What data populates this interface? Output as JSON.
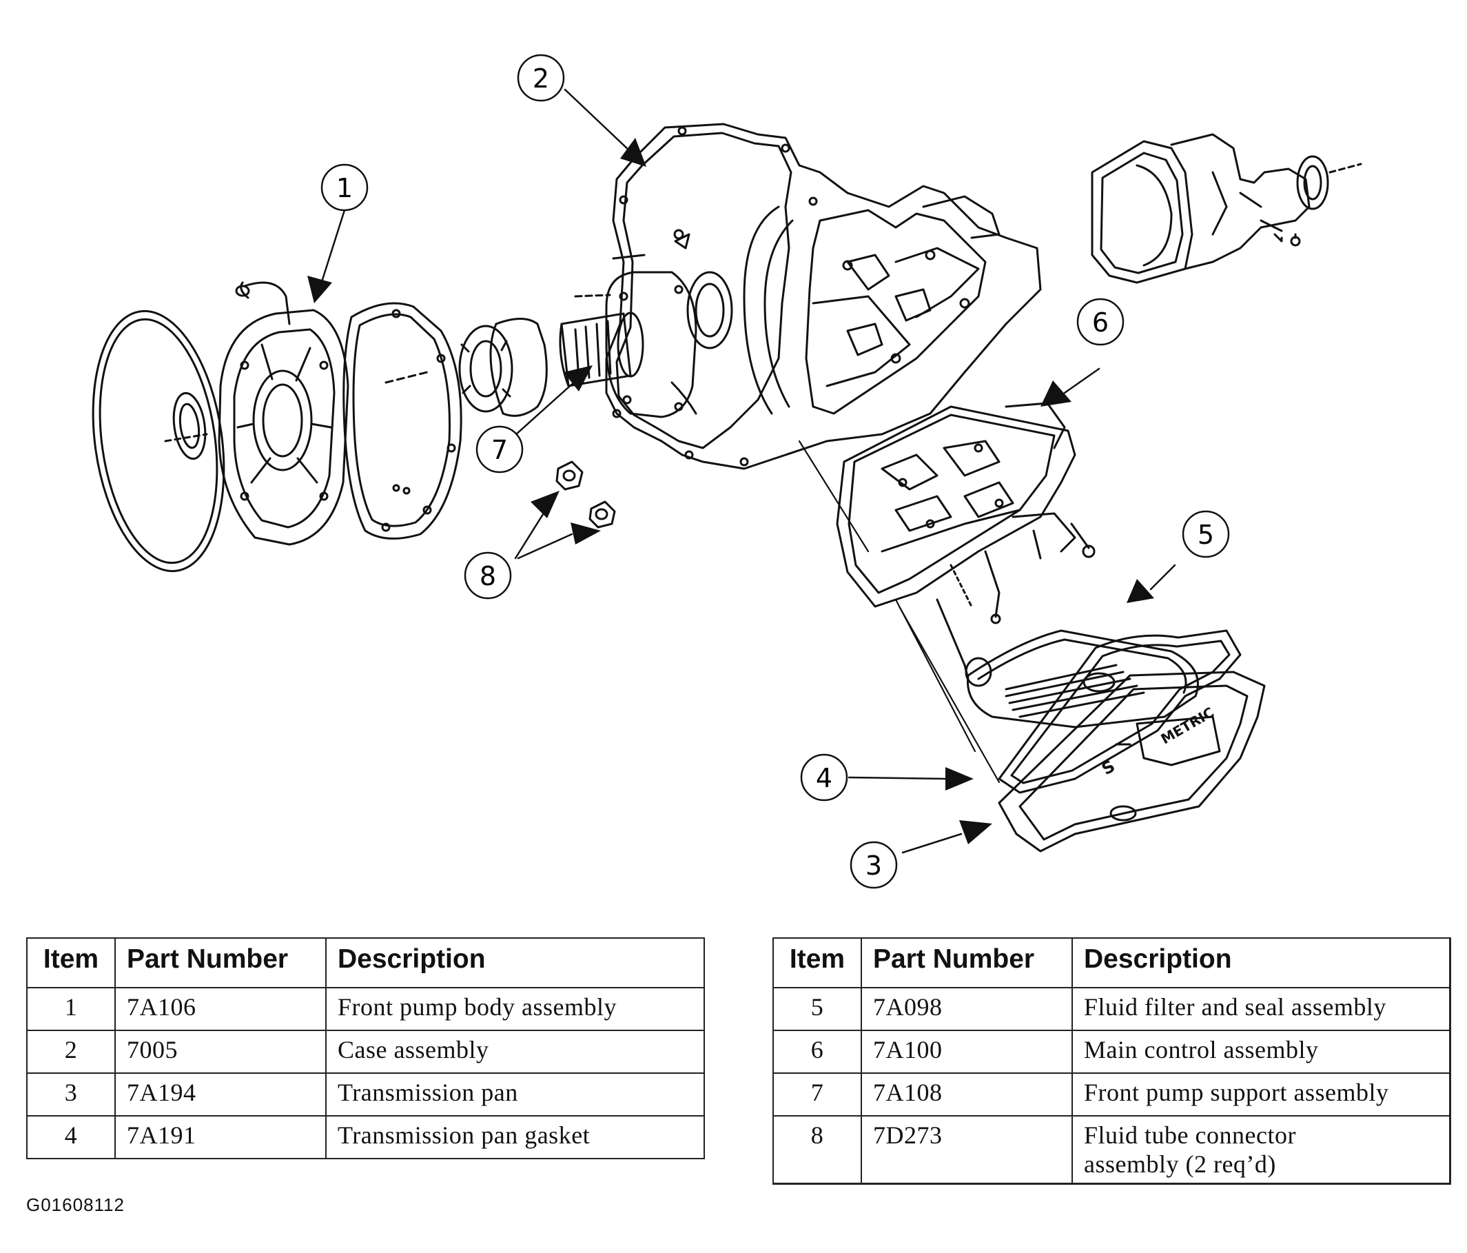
{
  "callouts": [
    "1",
    "2",
    "3",
    "4",
    "5",
    "6",
    "7",
    "8"
  ],
  "pan_markings": {
    "metric": "METRIC",
    "s": "S"
  },
  "tables": {
    "left": {
      "headers": {
        "item": "Item",
        "part": "Part Number",
        "desc": "Description"
      },
      "rows": [
        {
          "item": "1",
          "part": "7A106",
          "desc": "Front pump body assembly"
        },
        {
          "item": "2",
          "part": "7005",
          "desc": "Case assembly"
        },
        {
          "item": "3",
          "part": "7A194",
          "desc": "Transmission pan"
        },
        {
          "item": "4",
          "part": "7A191",
          "desc": "Transmission pan gasket"
        }
      ]
    },
    "right": {
      "headers": {
        "item": "Item",
        "part": "Part Number",
        "desc": "Description"
      },
      "rows": [
        {
          "item": "5",
          "part": "7A098",
          "desc": "Fluid filter and seal assembly"
        },
        {
          "item": "6",
          "part": "7A100",
          "desc": "Main control assembly"
        },
        {
          "item": "7",
          "part": "7A108",
          "desc": "Front pump support assembly"
        },
        {
          "item": "8",
          "part": "7D273",
          "desc": "Fluid tube connector",
          "desc2": "assembly (2 req’d)"
        }
      ]
    }
  },
  "figure_id": "G01608112"
}
